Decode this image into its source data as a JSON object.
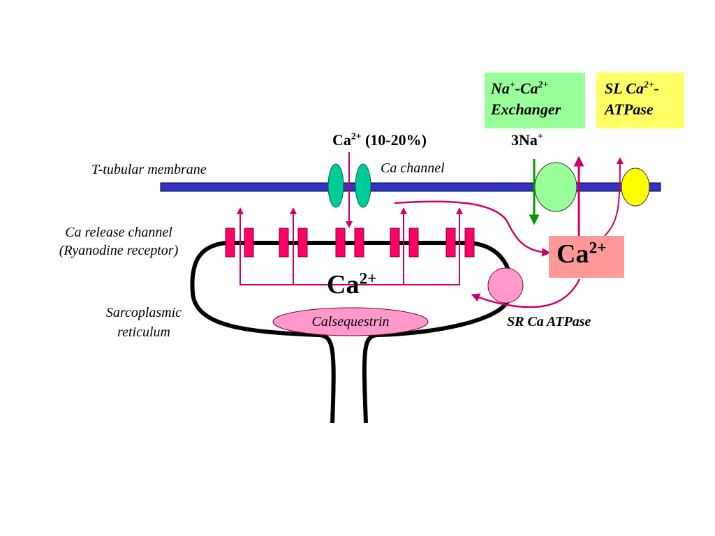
{
  "labels": {
    "t_tubular_membrane": "T-tubular membrane",
    "ca_channel": "Ca channel",
    "ca_influx_base": "Ca",
    "ca_influx_sup": "2+",
    "ca_influx_pct": "(10-20%)",
    "three_na_base": "3Na",
    "three_na_sup": "+",
    "ca_release_channel_line1": "Ca release channel",
    "ca_release_channel_line2": "(Ryanodine receptor)",
    "sr_line1": "Sarcoplasmic",
    "sr_line2": "reticulum",
    "calsequestrin": "Calsequestrin",
    "sr_ca_atpase": "SR Ca ATPase",
    "ca_inside_base": "Ca",
    "ca_inside_sup": "2+",
    "ca_cytosol_base": "Ca",
    "ca_cytosol_sup": "2+"
  },
  "boxes": {
    "ncx": {
      "line1_na": "Na",
      "line1_na_sup": "+",
      "line1_ca": "-Ca",
      "line1_ca_sup": "2+",
      "line2": "Exchanger",
      "color": "#99ff99"
    },
    "slca": {
      "line1": "SL Ca",
      "line1_sup": "2+",
      "line1_end": "-",
      "line2": "ATPase",
      "color": "#ffff66"
    }
  },
  "colors": {
    "membrane": "#3333cc",
    "ca_channel": "#00cc99",
    "ryr": "#ff0066",
    "arrow": "#cc0066",
    "na_arrow": "#009900",
    "ncx_protein": "#99ff99",
    "sl_atpase_protein": "#ffff00",
    "serca_protein": "#ff99cc",
    "calsequestrin": "#ff99cc",
    "cytosol_ca_box": "#ff9999",
    "sr_outline": "#000000"
  }
}
